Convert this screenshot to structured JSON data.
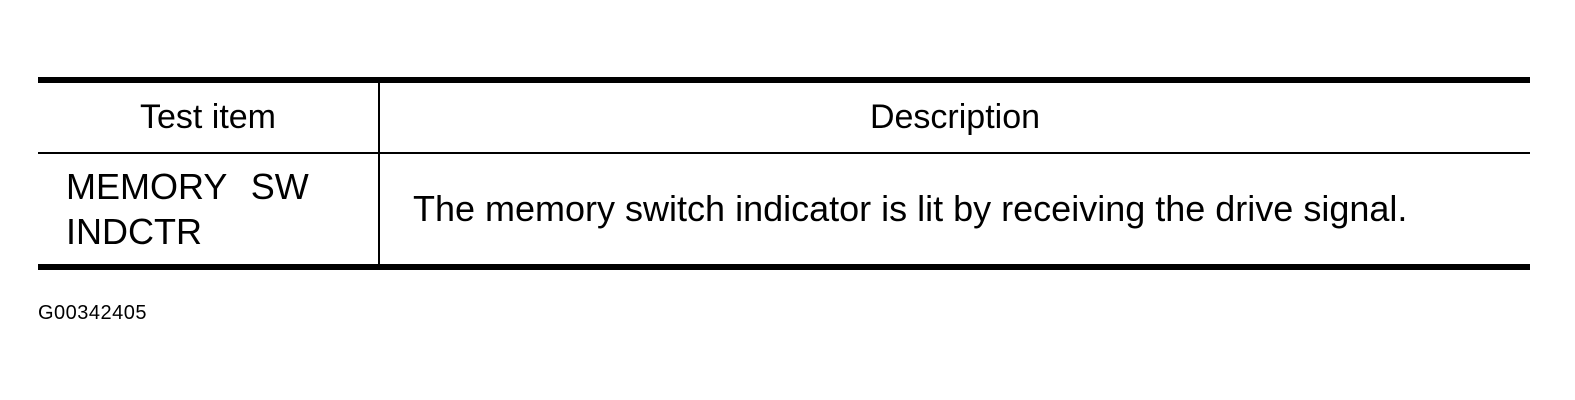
{
  "table": {
    "headers": {
      "test_item": "Test item",
      "description": "Description"
    },
    "rows": [
      {
        "test_item_line1": "MEMORY SW",
        "test_item_line2": "INDCTR",
        "description": "The memory switch indicator is lit by receiving the drive signal."
      }
    ]
  },
  "figure_id": "G00342405"
}
